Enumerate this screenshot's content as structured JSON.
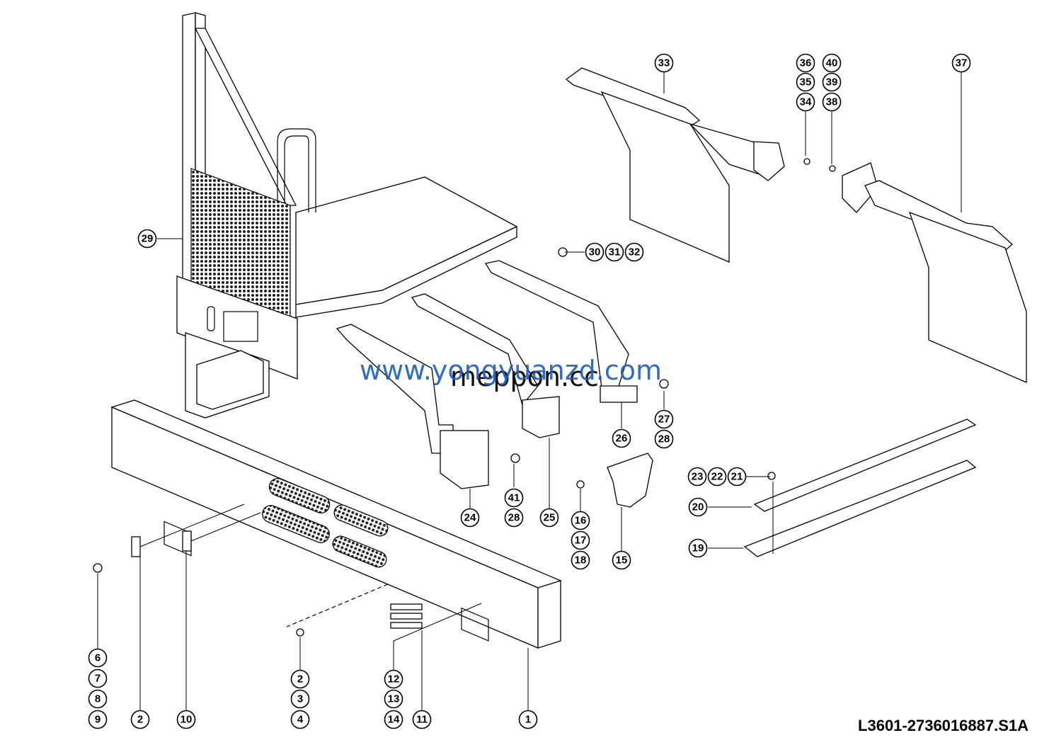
{
  "document_id": "L3601-2736016887.S1A",
  "watermarks": {
    "primary": "www.yongyuanzd.com",
    "secondary": "meppon.cc"
  },
  "callouts": {
    "c1": "1",
    "c2a": "2",
    "c2b": "2",
    "c3": "3",
    "c4": "4",
    "c6": "6",
    "c7": "7",
    "c8": "8",
    "c9": "9",
    "c10": "10",
    "c11": "11",
    "c12": "12",
    "c13": "13",
    "c14": "14",
    "c15": "15",
    "c16": "16",
    "c17": "17",
    "c18": "18",
    "c19": "19",
    "c20": "20",
    "c21": "21",
    "c22": "22",
    "c23": "23",
    "c24": "24",
    "c25": "25",
    "c26": "26",
    "c27": "27",
    "c28a": "28",
    "c28b": "28",
    "c29": "29",
    "c30": "30",
    "c31": "31",
    "c32": "32",
    "c33": "33",
    "c34": "34",
    "c35": "35",
    "c36": "36",
    "c37": "37",
    "c38": "38",
    "c39": "39",
    "c40": "40",
    "c41": "41"
  },
  "colors": {
    "line": "#000000",
    "background": "#ffffff",
    "watermark": "#1f5fbf"
  }
}
